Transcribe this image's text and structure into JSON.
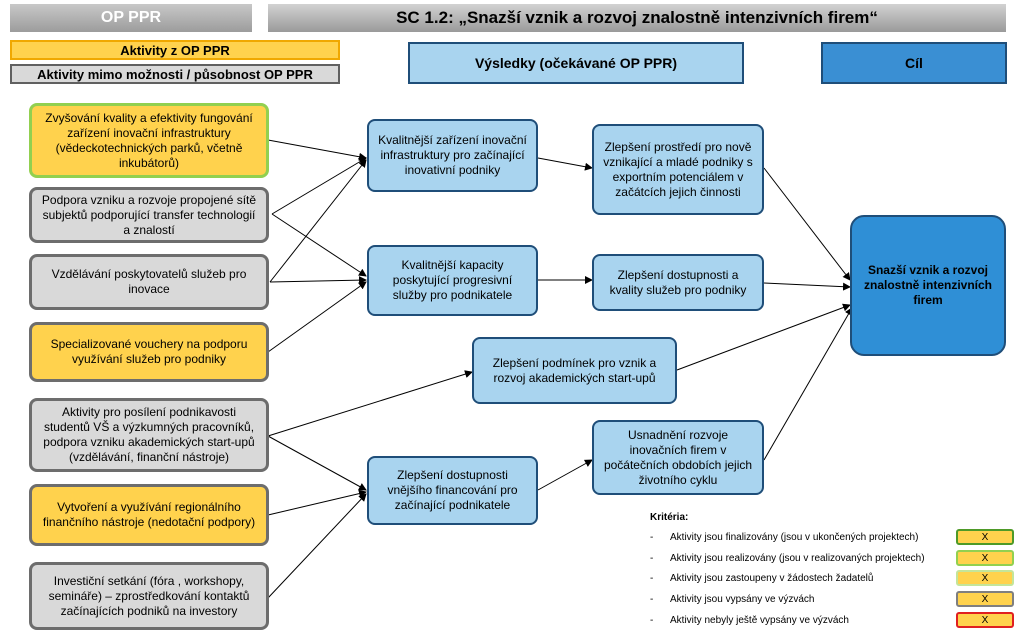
{
  "header": {
    "left": "OP PPR",
    "right": "SC 1.2: „Snazší vznik a rozvoj znalostně intenzivních firem“"
  },
  "legend": {
    "yellow": "Aktivity z OP PPR",
    "gray": "Aktivity mimo možnosti / působnost OP PPR"
  },
  "columns": {
    "results": "Výsledky (očekávané OP PPR)",
    "goal": "Cíl"
  },
  "activities": [
    {
      "text": "Zvyšování kvality a efektivity fungování zařízení inovační infrastruktury (vědeckotechnických parků, včetně inkubátorů)"
    },
    {
      "text": "Podpora vzniku a rozvoje propojené sítě subjektů podporující transfer technologií a znalostí"
    },
    {
      "text": "Vzdělávání poskytovatelů služeb pro inovace"
    },
    {
      "text": "Specializované vouchery na podporu využívání služeb pro podniky"
    },
    {
      "text": "Aktivity pro posílení podnikavosti studentů VŠ a výzkumných pracovníků, podpora vzniku akademických start-upů (vzdělávání, finanční nástroje)"
    },
    {
      "text": "Vytvoření a využívání regionálního finančního nástroje (nedotační podpory)"
    },
    {
      "text": "Investiční setkání (fóra , workshopy, semináře) – zprostředkování kontaktů začínajících podniků na investory"
    }
  ],
  "results_mid": [
    {
      "text": "Kvalitnější zařízení inovační infrastruktury pro začínající inovativní podniky"
    },
    {
      "text": "Kvalitnější kapacity poskytující progresivní služby pro podnikatele"
    },
    {
      "text": "Zlepšení dostupnosti vnějšího financování pro začínající podnikatele"
    }
  ],
  "results_right": [
    {
      "text": "Zlepšení prostředí pro nově vznikající a mladé podniky s exportním potenciálem v začátcích jejich činnosti"
    },
    {
      "text": "Zlepšení dostupnosti a kvality služeb pro podniky"
    },
    {
      "text": "Zlepšení podmínek pro vznik a rozvoj akademických start-upů"
    },
    {
      "text": "Usnadnění rozvoje inovačních firem v počátečních obdobích jejich životního cyklu"
    }
  ],
  "goal": {
    "text": "Snazší vznik a rozvoj znalostně intenzivních firem"
  },
  "criteria": {
    "title": "Kritéria:",
    "items": [
      {
        "dash": "-",
        "text": "Aktivity jsou finalizovány (jsou v ukončených projektech)",
        "mark": "X",
        "color": "#4e9a28"
      },
      {
        "dash": "-",
        "text": "Aktivity jsou realizovány (jsou v realizovaných projektech)",
        "mark": "X",
        "color": "#92d050"
      },
      {
        "dash": "-",
        "text": "Aktivity jsou zastoupeny v žádostech žadatelů",
        "mark": "X",
        "color": "#c4e59a"
      },
      {
        "dash": "-",
        "text": "Aktivity jsou vypsány ve výzvách",
        "mark": "X",
        "color": "#7f7f7f"
      },
      {
        "dash": "-",
        "text": "Aktivity nebyly ještě vypsány ve výzvách",
        "mark": "X",
        "color": "#e02020"
      }
    ]
  }
}
